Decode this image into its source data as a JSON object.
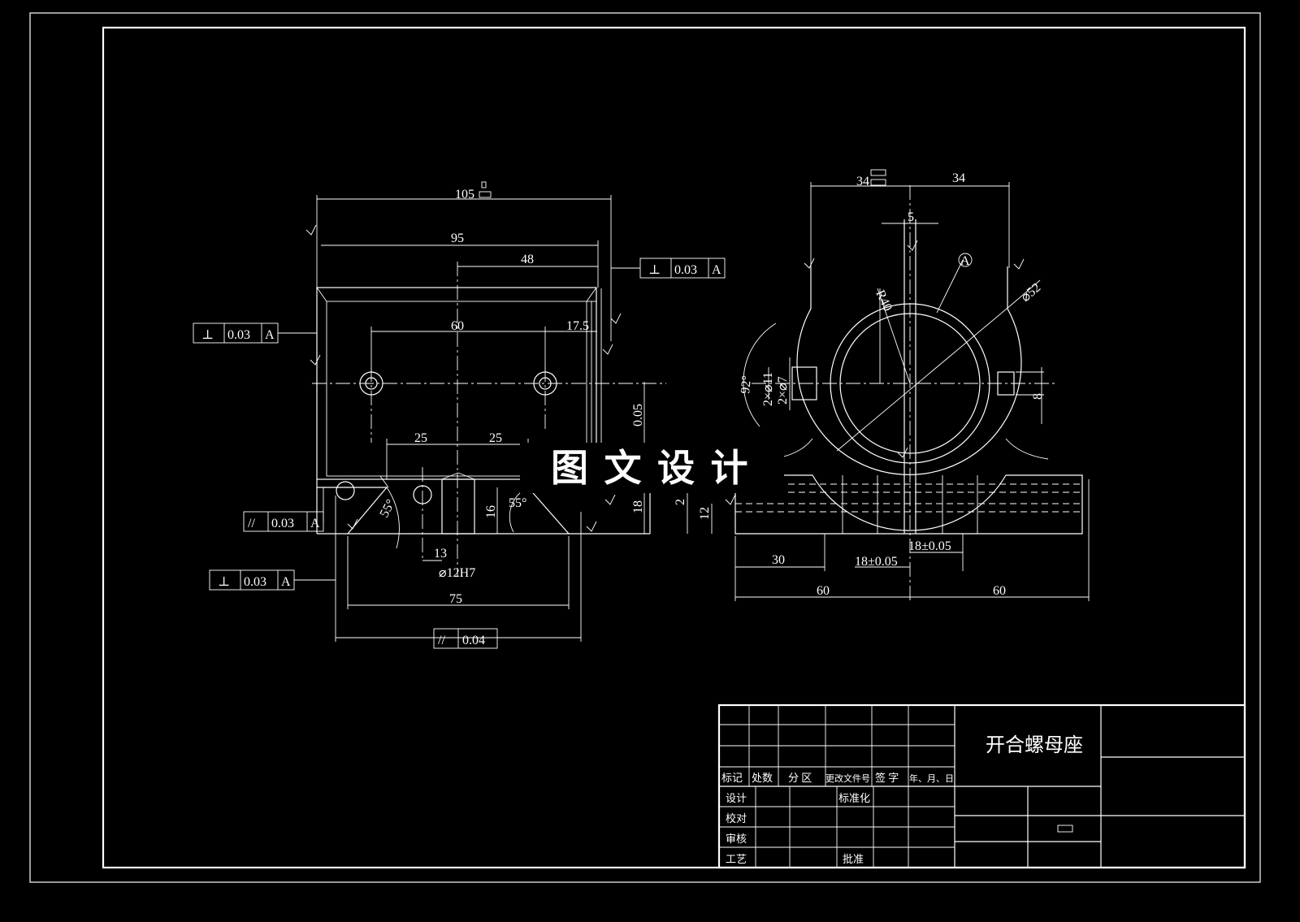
{
  "drawing": {
    "front_view": {
      "dims": {
        "d105": "105",
        "d95": "95",
        "d48": "48",
        "d60": "60",
        "d17_5": "17.5",
        "d25a": "25",
        "d25b": "25",
        "d05": "0.05",
        "a55a": "55°",
        "a55b": "55°",
        "d16": "16",
        "d18": "18",
        "d2": "2",
        "d12": "12",
        "d13": "13",
        "bore": "⌀12H7",
        "d75": "75"
      },
      "tolerances": [
        {
          "symbol": "⊥",
          "value": "0.03",
          "datum": "A"
        },
        {
          "symbol": "⊥",
          "value": "0.03",
          "datum": "A"
        },
        {
          "symbol": "//",
          "value": "0.03",
          "datum": "A"
        },
        {
          "symbol": "⊥",
          "value": "0.03",
          "datum": "A"
        },
        {
          "symbol": "//",
          "value": "0.04",
          "datum": ""
        }
      ]
    },
    "side_view": {
      "dims": {
        "d34a": "34",
        "d34b": "34",
        "d5": "5",
        "datum": "A",
        "r40": "R40",
        "phi52": "⌀52",
        "a92": "92°",
        "holes11": "2×⌀11",
        "holes7": "2×⌀7",
        "d8": "8",
        "d30": "30",
        "d18a": "18±0.05",
        "d18b": "18±0.05",
        "d60a": "60",
        "d60b": "60"
      }
    },
    "watermark": "图 文 设 计"
  },
  "title_block": {
    "part_name": "开合螺母座",
    "headers": [
      "标记",
      "处数",
      "分 区",
      "更改文件号",
      "签 字",
      "年、月、日"
    ],
    "rows": [
      "设计",
      "校对",
      "审核",
      "工艺"
    ],
    "standardization": "标准化",
    "approval": "批准"
  }
}
